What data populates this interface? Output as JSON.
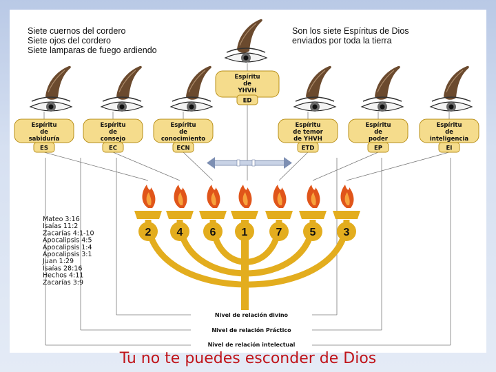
{
  "header": {
    "left_lines": [
      "Siete cuernos del cordero",
      "Siete ojos del cordero",
      "Siete lamparas de fuego ardiendo"
    ],
    "right_lines": [
      "Son los siete Espíritus de Dios",
      "enviados por toda la tierra"
    ]
  },
  "center_spirit": {
    "lines": [
      "Espíritu",
      "de",
      "YHVH"
    ],
    "code": "ED"
  },
  "spirits": [
    {
      "lines": [
        "Espíritu",
        "de",
        "sabiduría"
      ],
      "code": "ES"
    },
    {
      "lines": [
        "Espíritu",
        "de",
        "consejo"
      ],
      "code": "EC"
    },
    {
      "lines": [
        "Espíritu",
        "de",
        "conocimiento"
      ],
      "code": "ECN"
    },
    {
      "lines": [
        "Espíritu",
        "de temor",
        "de YHVH"
      ],
      "code": "ETD"
    },
    {
      "lines": [
        "Espíritu",
        "de",
        "poder"
      ],
      "code": "EP"
    },
    {
      "lines": [
        "Espíritu",
        "de",
        "inteligencia"
      ],
      "code": "EI"
    }
  ],
  "lamp_numbers": [
    "2",
    "4",
    "6",
    "1",
    "7",
    "5",
    "3"
  ],
  "references": [
    "Mateo 3:16",
    "Isaías 11:2",
    "Zacarías 4:1-10",
    "Apocalipsis 4:5",
    "Apocalipsis 1:4",
    "Apocalipsis 3:1",
    "Juan 1:29",
    "Isaías 28:16",
    "Hechos 4:11",
    "Zacarías 3:9"
  ],
  "levels": [
    "Nivel de relación divino",
    "Nivel de relación Práctico",
    "Nivel de relación intelectual"
  ],
  "caption": "Tu no te puedes esconder de Dios",
  "colors": {
    "gold": "#e3ad1e",
    "box": "#f5dc8c",
    "flame": "#e0551a",
    "caption": "#c0141a",
    "horn": "#6b4a2e"
  }
}
